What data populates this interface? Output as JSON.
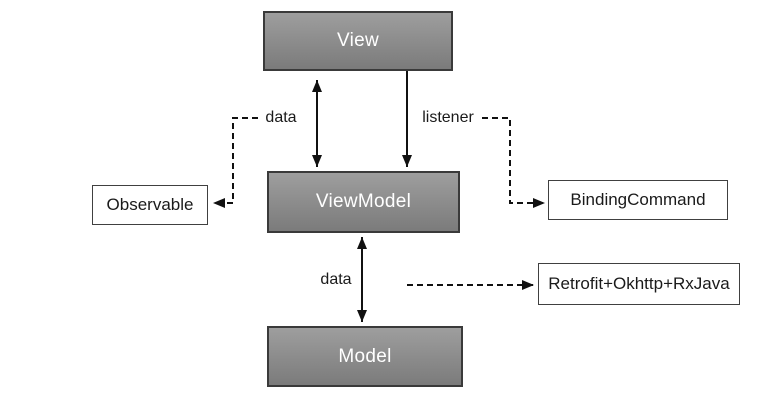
{
  "diagram": {
    "nodes": {
      "view": {
        "label": "View"
      },
      "viewmodel": {
        "label": "ViewModel"
      },
      "model": {
        "label": "Model"
      },
      "observable": {
        "label": "Observable"
      },
      "binding_command": {
        "label": "BindingCommand"
      },
      "network": {
        "label": "Retrofit+Okhttp+RxJava"
      }
    },
    "edge_labels": {
      "data_top": "data",
      "listener": "listener",
      "data_bottom": "data"
    },
    "colors": {
      "background": "#ffffff",
      "node_fill_top": "#9e9e9e",
      "node_fill_bottom": "#7b7b7b",
      "node_border": "#3a3a3a",
      "plain_fill": "#ffffff",
      "plain_border": "#404040",
      "arrow": "#111111",
      "text_light": "#ffffff",
      "text_dark": "#1a1a1a"
    }
  }
}
